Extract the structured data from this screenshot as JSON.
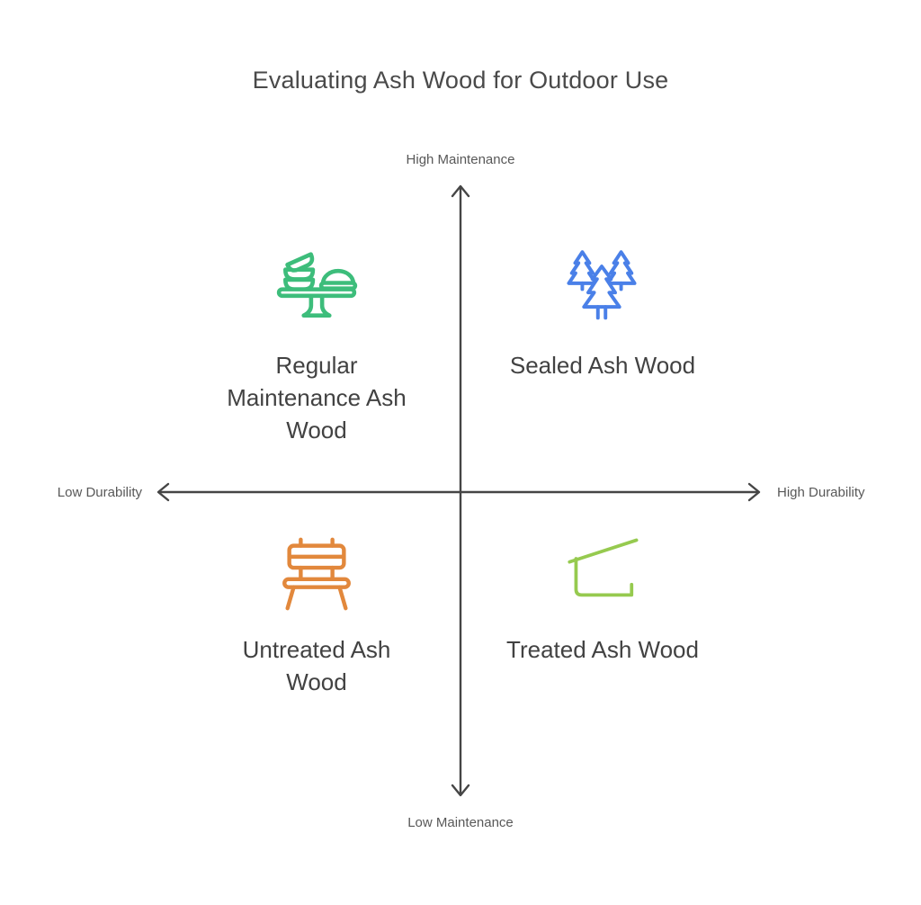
{
  "title": "Evaluating Ash Wood for Outdoor Use",
  "axes": {
    "y_top": "High Maintenance",
    "y_bottom": "Low Maintenance",
    "x_left": "Low Durability",
    "x_right": "High Durability"
  },
  "quadrants": [
    {
      "position": "top-left",
      "label": "Regular\nMaintenance Ash\nWood",
      "icon": "cake-stand-icon",
      "color": "#3dbd7b"
    },
    {
      "position": "top-right",
      "label": "Sealed Ash Wood",
      "icon": "pine-trees-icon",
      "color": "#4a80e8"
    },
    {
      "position": "bottom-left",
      "label": "Untreated Ash\nWood",
      "icon": "bench-icon",
      "color": "#e2883c"
    },
    {
      "position": "bottom-right",
      "label": "Treated Ash Wood",
      "icon": "lean-to-shelter-icon",
      "color": "#96ca4f"
    }
  ],
  "colors": {
    "accent_green": "#3dbd7b",
    "accent_blue": "#4a80e8",
    "accent_orange": "#e2883c",
    "accent_lime": "#96ca4f",
    "axis_line": "#454545",
    "label_text": "#424242",
    "axis_text": "#585858",
    "background": "#ffffff"
  }
}
